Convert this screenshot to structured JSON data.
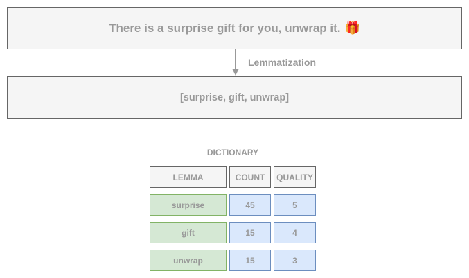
{
  "sentence": {
    "text": "There is a surprise gift for you, unwrap it.",
    "emoji": "🎁"
  },
  "arrow": {
    "label": "Lemmatization"
  },
  "lemmas": {
    "text": "[surprise, gift, unwrap]"
  },
  "dictionary": {
    "title": "DICTIONARY",
    "headers": [
      "LEMMA",
      "COUNT",
      "QUALITY"
    ],
    "rows": [
      {
        "lemma": "surprise",
        "count": "45",
        "quality": "5"
      },
      {
        "lemma": "gift",
        "count": "15",
        "quality": "4"
      },
      {
        "lemma": "unwrap",
        "count": "15",
        "quality": "3"
      }
    ]
  },
  "colors": {
    "box_fill": "#f5f5f5",
    "border": "#666666",
    "text": "#999999",
    "lemma_fill": "#d5e8d4",
    "lemma_border": "#82b366",
    "number_fill": "#dae8fc",
    "number_border": "#6c8ebf"
  }
}
